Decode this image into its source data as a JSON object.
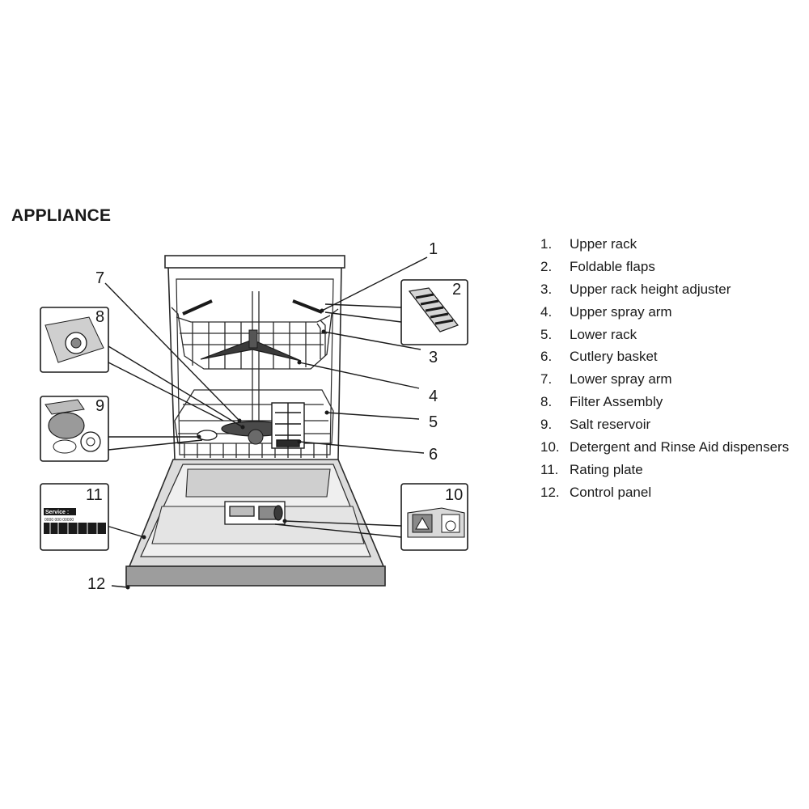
{
  "title": "APPLIANCE",
  "legend": [
    {
      "number": "1.",
      "label": "Upper rack"
    },
    {
      "number": "2.",
      "label": "Foldable flaps"
    },
    {
      "number": "3.",
      "label": "Upper rack height adjuster"
    },
    {
      "number": "4.",
      "label": "Upper spray arm"
    },
    {
      "number": "5.",
      "label": "Lower rack"
    },
    {
      "number": "6.",
      "label": "Cutlery basket"
    },
    {
      "number": "7.",
      "label": "Lower spray arm"
    },
    {
      "number": "8.",
      "label": "Filter Assembly"
    },
    {
      "number": "9.",
      "label": "Salt reservoir"
    },
    {
      "number": "10.",
      "label": "Detergent and Rinse Aid dispensers"
    },
    {
      "number": "11.",
      "label": "Rating plate"
    },
    {
      "number": "12.",
      "label": "Control panel"
    }
  ],
  "callouts": [
    "1",
    "2",
    "3",
    "4",
    "5",
    "6",
    "7",
    "8",
    "9",
    "10",
    "11",
    "12"
  ],
  "rating_plate": {
    "service_label": "Service :",
    "code_text": "0000 000 00000"
  }
}
